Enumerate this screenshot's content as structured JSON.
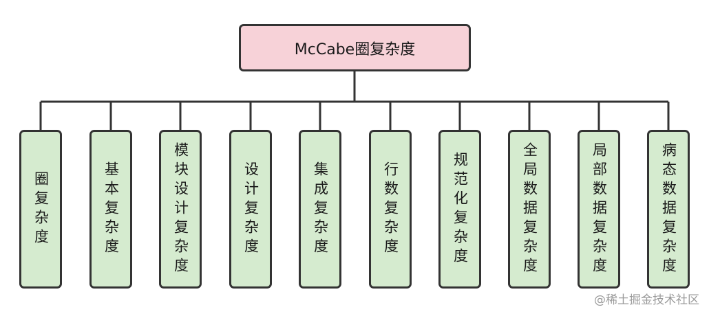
{
  "diagram": {
    "root": "McCabe圈复杂度",
    "children": [
      "圈复杂度",
      "基本复杂度",
      "模块设计复杂度",
      "设计复杂度",
      "集成复杂度",
      "行数复杂度",
      "规范化复杂度",
      "全局数据复杂度",
      "局部数据复杂度",
      "病态数据复杂度"
    ],
    "colors": {
      "root_fill": "#f7d2d8",
      "child_fill": "#d5ebcf",
      "stroke": "#333333"
    }
  },
  "watermark": "@稀土掘金技术社区"
}
